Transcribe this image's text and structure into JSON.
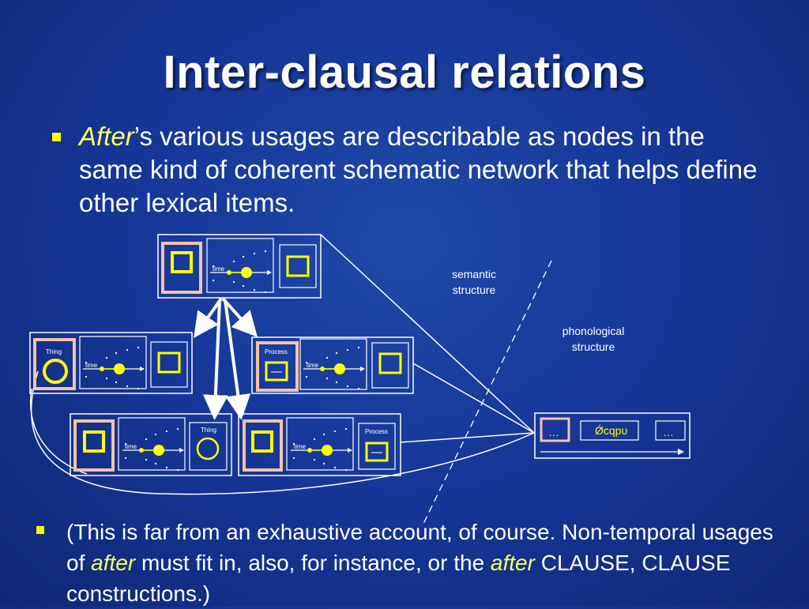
{
  "title": "Inter-clausal relations",
  "bullet1": {
    "italic_word": "After",
    "rest": "’s various usages are describable as nodes in the same kind of coherent schematic network that helps define other lexical items."
  },
  "bullet2": {
    "part1": "(This is far from an exhaustive account, of course. Non-temporal usages of ",
    "italic1": "after",
    "part2": " must fit in, also, for instance, or the ",
    "italic2": "after",
    "part3": " CLAUSE, CLAUSE constructions.)"
  },
  "diagram": {
    "label_semantic_1": "semantic",
    "label_semantic_2": "structure",
    "label_phono_1": "phonological",
    "label_phono_2": "structure",
    "time_label": "time",
    "thing_label": "Thing",
    "process_label": "Process",
    "phon_ellipsis": "…",
    "phon_form": "Ǿcqpυ"
  },
  "colors": {
    "background": "#17379a",
    "accent_yellow": "#ffff00",
    "frame_pink": "#f4c3a8",
    "line_white": "#ffffff"
  }
}
